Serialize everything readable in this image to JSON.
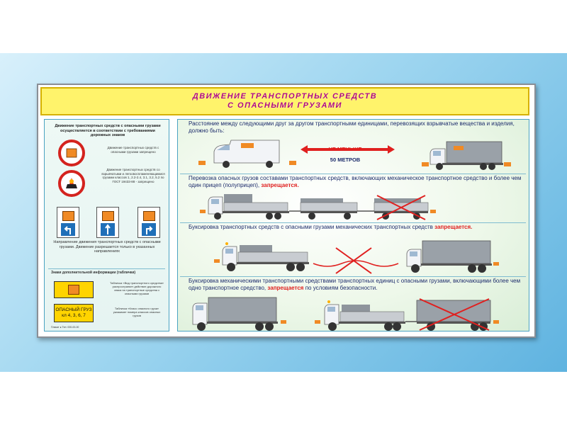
{
  "poster": {
    "title_line1": "ДВИЖЕНИЕ ТРАНСПОРТНЫХ СРЕДСТВ",
    "title_line2": "С ОПАСНЫМИ ГРУЗАМИ"
  },
  "left": {
    "intro": "Движение транспортных средств с опасными грузами осуществляется в соответствии с требованиями дорожных знаков",
    "sign1_text": "Движение транспортных средств с опасными грузами запрещено",
    "sign2_text": "Движение транспортных средств со взрывчатыми и легковоспламеняющимися грузами классов 1, 2.2-2.4, 3.1, 3.2, 5.2 по ГОСТ 19433-88 - запрещено",
    "directions_caption": "Направление движения транспортных средств с опасными грузами. Движение разрешается только в указанных направлениях",
    "plates_heading": "Знаки дополнительной информации (таблички)",
    "plate1_text": "Табличка «Вид транспортного средства» распространяет действие дорожного знака на транспортные средства с опасными грузами",
    "plate2_line1": "ОПАСНЫЙ ГРУЗ",
    "plate2_line2": "кл 4, 3, 6, 7",
    "plate2_text": "Табличка «Класс опасного груза» указывает номера классов опасных грузов",
    "footer": "Плакат ● Тел: 000-00-00"
  },
  "sections": {
    "s1_text": "Расстояние между следующими друг за другом транспортными единицами, перевозящих взрывчатые вещества и изделия, должно быть:",
    "s1_arrow_line1": "НЕ МЕНЬШЕ",
    "s1_arrow_line2": "50 МЕТРОВ",
    "s2_text": "Перевозка опасных грузов составами транспортных средств, включающих механическое транспортное средство и более чем один прицеп (полуприцеп),",
    "s2_red": "запрещается.",
    "s3_text": "Буксировка транспортных средств с опасными грузами механических транспортных средств",
    "s3_red": "запрещается.",
    "s4_text": "Буксировка механическими транспортными средствами транспортных единиц с опасными грузами, включающими более чем одно транспортное средство,",
    "s4_red": "запрещается",
    "s4_tail": "по условиям безопасности."
  },
  "colors": {
    "accent_title": "#b00a7a",
    "danger": "#e0201f",
    "plate_orange": "#f08a25",
    "plate_yellow": "#ffd400"
  }
}
